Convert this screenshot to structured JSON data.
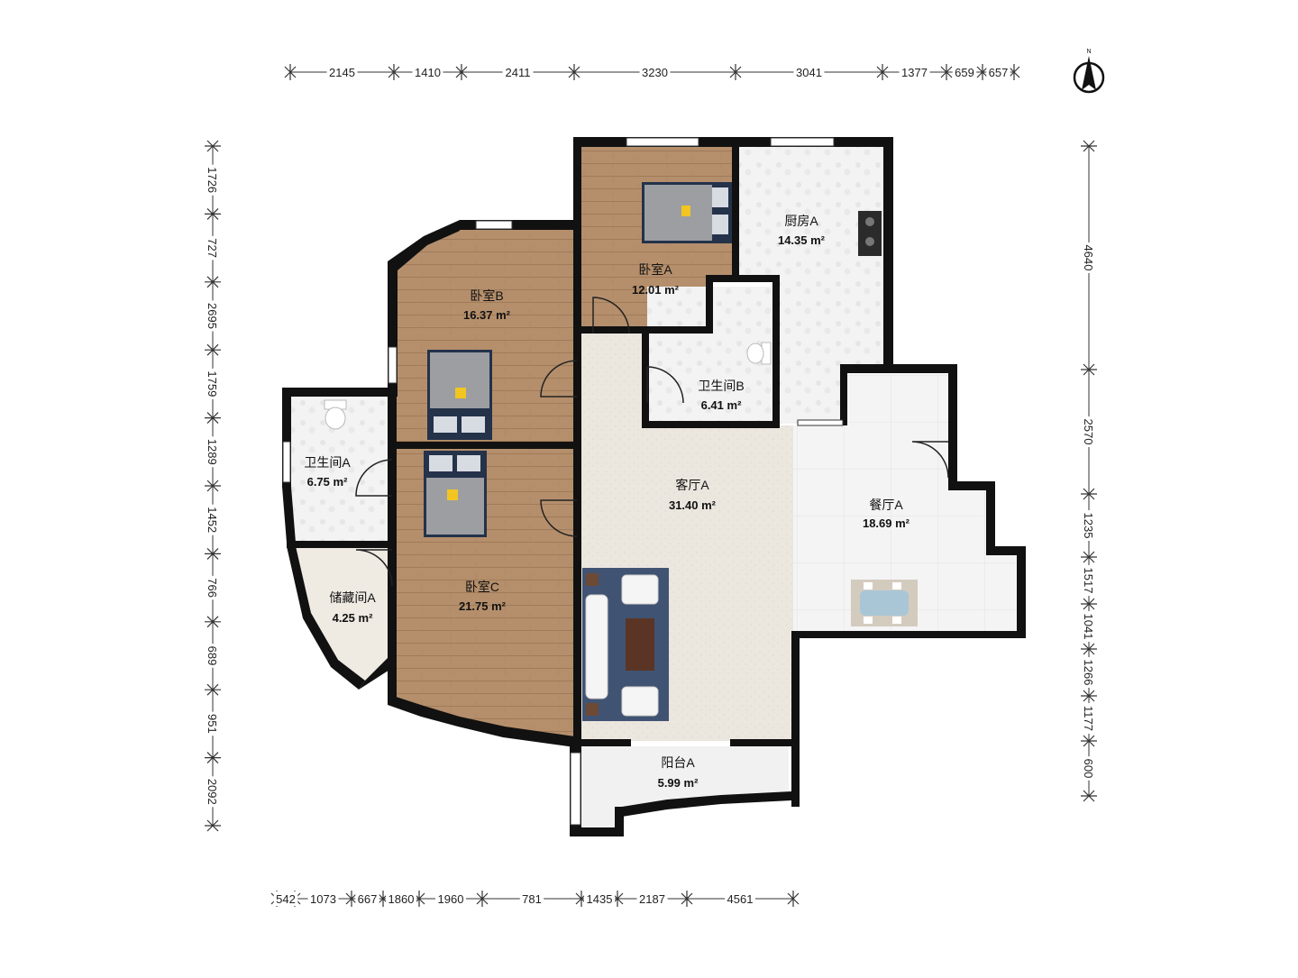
{
  "compass": {
    "label": "N"
  },
  "dimensions": {
    "top": [
      "2145",
      "1410",
      "2411",
      "3230",
      "3041",
      "1377",
      "659",
      "657"
    ],
    "bottom": [
      "542",
      "1073",
      "667",
      "1860",
      "1960",
      "781",
      "1435",
      "2187",
      "4561"
    ],
    "left": [
      "1726",
      "727",
      "2695",
      "1759",
      "1289",
      "1452",
      "766",
      "689",
      "951",
      "2092"
    ],
    "right": [
      "4640",
      "2570",
      "1235",
      "1517",
      "1041",
      "1266",
      "1177",
      "600"
    ]
  },
  "rooms": {
    "bedroom_a": {
      "name": "卧室A",
      "area": "12.01 m²"
    },
    "bedroom_b": {
      "name": "卧室B",
      "area": "16.37 m²"
    },
    "bedroom_c": {
      "name": "卧室C",
      "area": "21.75 m²"
    },
    "kitchen_a": {
      "name": "厨房A",
      "area": "14.35 m²"
    },
    "bathroom_a": {
      "name": "卫生间A",
      "area": "6.75 m²"
    },
    "bathroom_b": {
      "name": "卫生间B",
      "area": "6.41 m²"
    },
    "storage_a": {
      "name": "储藏间A",
      "area": "4.25 m²"
    },
    "living_a": {
      "name": "客厅A",
      "area": "31.40 m²"
    },
    "dining_a": {
      "name": "餐厅A",
      "area": "18.69 m²"
    },
    "balcony_a": {
      "name": "阳台A",
      "area": "5.99 m²"
    }
  },
  "colors": {
    "wood_floor": "#b58f6c",
    "tile_floor": "#f2f2f2",
    "living_floor": "#ece7df",
    "wall": "#111111"
  }
}
